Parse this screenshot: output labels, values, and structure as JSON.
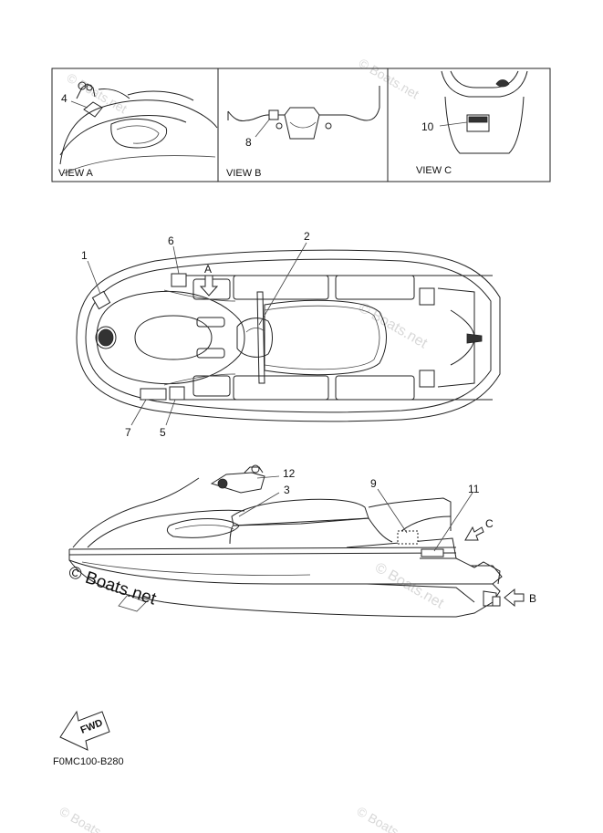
{
  "views": [
    {
      "label": "VIEW A",
      "callout": "4"
    },
    {
      "label": "VIEW B",
      "callout": "8"
    },
    {
      "label": "VIEW C",
      "callout": "10"
    }
  ],
  "top_callouts": [
    "1",
    "2",
    "5",
    "6",
    "7"
  ],
  "arrow_a_label": "A",
  "side_callouts": [
    "3",
    "9",
    "11",
    "12"
  ],
  "arrow_b_label": "B",
  "arrow_c_label": "C",
  "fwd_label": "FWD",
  "diagram_code": "F0MC100-B280",
  "watermark": "© Boats.net",
  "colors": {
    "line": "#222222",
    "watermark": "#d8d8d8"
  }
}
